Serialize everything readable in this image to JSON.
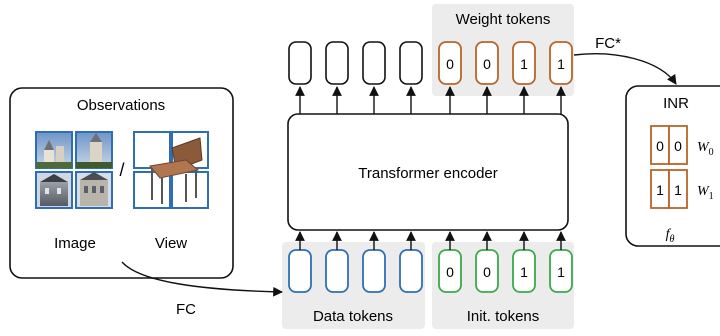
{
  "observations": {
    "title": "Observations",
    "separator": "/",
    "image_label": "Image",
    "view_label": "View"
  },
  "encoder": {
    "label": "Transformer encoder"
  },
  "output_tokens": {
    "weight_label": "Weight tokens",
    "weight_values": [
      "0",
      "0",
      "1",
      "1"
    ]
  },
  "input_tokens": {
    "data_label": "Data tokens",
    "init_label": "Init. tokens",
    "init_values": [
      "0",
      "0",
      "1",
      "1"
    ]
  },
  "arrows": {
    "fc_label": "FC",
    "fc_star_label": "FC*"
  },
  "inr": {
    "title": "INR",
    "rows": [
      {
        "values": [
          "0",
          "0"
        ],
        "weight_base": "W",
        "weight_sub": "0"
      },
      {
        "values": [
          "1",
          "1"
        ],
        "weight_base": "W",
        "weight_sub": "1"
      }
    ],
    "function_base": "f",
    "function_sub": "θ"
  },
  "colors": {
    "data": "#2e6fb4",
    "init": "#3aaa4a",
    "weight": "#b8652a",
    "panel": "#ececec"
  }
}
